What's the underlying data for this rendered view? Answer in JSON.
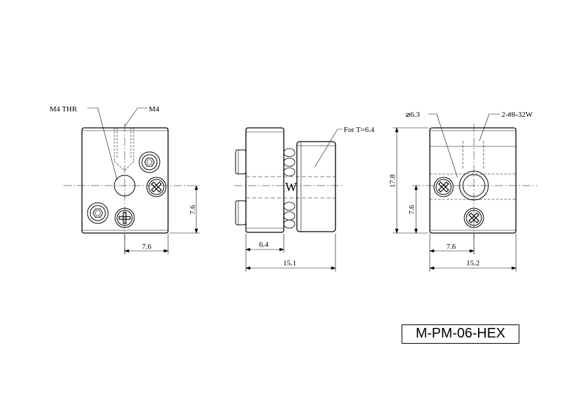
{
  "views": {
    "front": {
      "callout_thread": "M4 THR",
      "callout_tap": "M4",
      "dim_horizontal": "7.6",
      "dim_vertical": "7.6"
    },
    "side": {
      "callout_thickness": "For T=6.4",
      "dim_small": "6.4",
      "dim_overall": "15.1",
      "spring_letter": "W"
    },
    "rear": {
      "callout_bore": "⌀6.3",
      "callout_screw": "2-#8-32W",
      "dim_height": "17.8",
      "dim_vertical": "7.6",
      "dim_horizontal": "7.6",
      "dim_overall": "15.2"
    }
  },
  "title_block": {
    "part_number": "M-PM-06-HEX"
  }
}
